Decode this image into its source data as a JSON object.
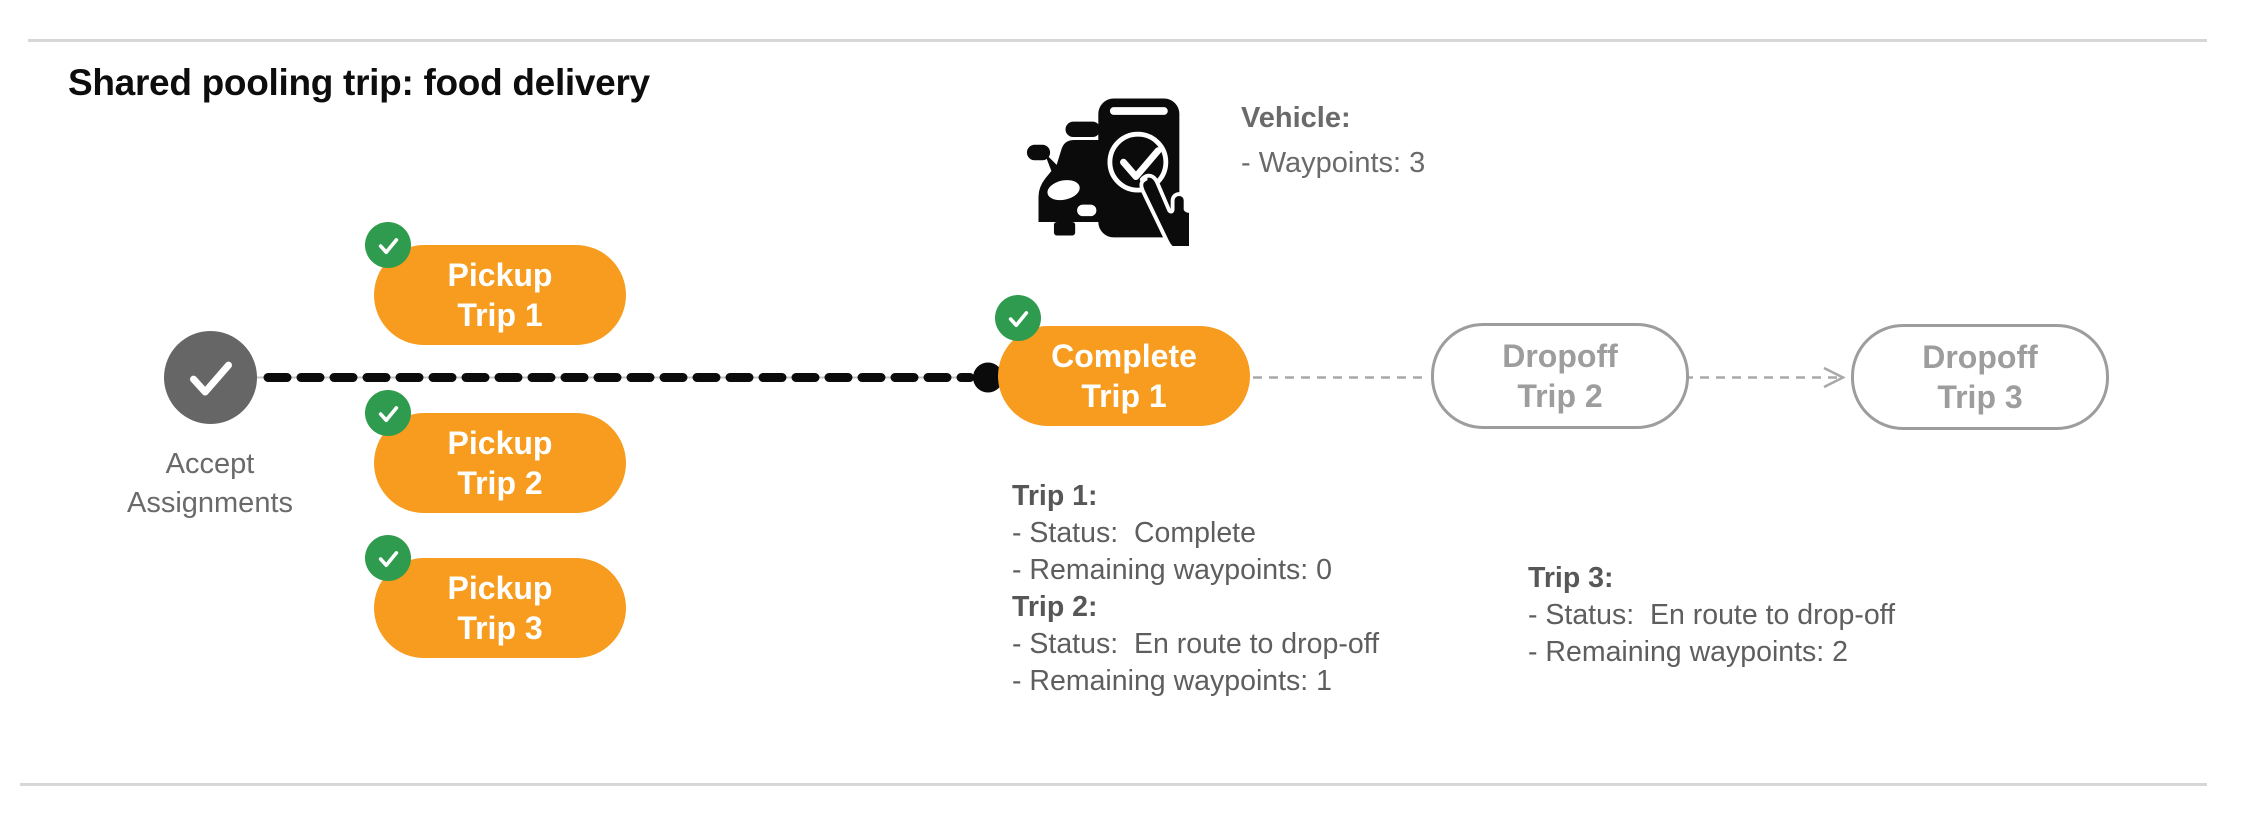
{
  "title": "Shared pooling trip: food delivery",
  "colors": {
    "accent_orange": "#F79C1E",
    "badge_green": "#2F9B4E",
    "node_gray": "#666666",
    "label_gray": "#6A6A6A",
    "status_text_gray": "#5E5E5E",
    "outline_gray": "#9D9D9D",
    "connector_gray": "#A8A8A8",
    "route_black": "#0B0B0B",
    "divider_gray": "#D7D7D7"
  },
  "icons": {
    "vehicle": "car-phone-check-icon",
    "node_check": "check-icon",
    "badge_check": "check-icon",
    "waypoint_dot": "filled-dot-icon",
    "arrow": "arrowhead-right-icon"
  },
  "vehicle": {
    "label": "Vehicle:",
    "waypoints_line": "- Waypoints: 3"
  },
  "flow": {
    "start_label_line1": "Accept",
    "start_label_line2": "Assignments",
    "pickups": [
      {
        "line1": "Pickup",
        "line2": "Trip 1"
      },
      {
        "line1": "Pickup",
        "line2": "Trip 2"
      },
      {
        "line1": "Pickup",
        "line2": "Trip 3"
      }
    ],
    "complete": {
      "line1": "Complete",
      "line2": "Trip 1"
    },
    "dropoffs": [
      {
        "line1": "Dropoff",
        "line2": "Trip 2"
      },
      {
        "line1": "Dropoff",
        "line2": "Trip 3"
      }
    ]
  },
  "trip_status_blocks": [
    {
      "entries": [
        {
          "heading": "Trip 1:",
          "lines": [
            "- Status:  Complete",
            "- Remaining waypoints: 0"
          ]
        },
        {
          "heading": "Trip 2:",
          "lines": [
            "- Status:  En route to drop-off",
            "- Remaining waypoints: 1"
          ]
        }
      ]
    },
    {
      "entries": [
        {
          "heading": "Trip 3:",
          "lines": [
            "- Status:  En route to drop-off",
            "- Remaining waypoints: 2"
          ]
        }
      ]
    }
  ]
}
